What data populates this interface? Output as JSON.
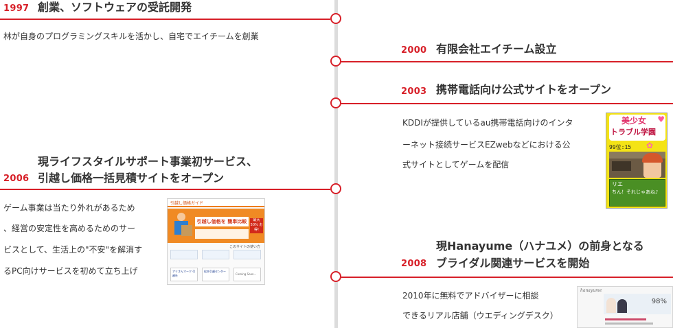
{
  "events": [
    {
      "year": "1997",
      "title": "創業、ソフトウェアの受託開発",
      "desc": [
        "林が自身のプログラミングスキルを活かし、自宅でエイチームを創業"
      ]
    },
    {
      "year": "2000",
      "title": "有限会社エイチーム設立",
      "desc": []
    },
    {
      "year": "2003",
      "title": "携帯電話向け公式サイトをオープン",
      "desc": [
        "KDDIが提供しているau携帯電話向けのインタ",
        "ーネット接続サービスEZwebなどにおける公",
        "式サイトとしてゲームを配信"
      ]
    },
    {
      "year": "2006",
      "title_lines": [
        "現ライフスタイルサポート事業初サービス、",
        "引越し価格一括見積サイトをオープン"
      ],
      "desc": [
        "ゲーム事業は当たり外れがあるため",
        "、経営の安定性を高めるためのサー",
        "ビスとして、生活上の\"不安\"を解消す",
        "るPC向けサービスを初めて立ち上げ"
      ]
    },
    {
      "year": "2008",
      "title_lines": [
        "現Hanayume（ハナユメ）の前身となる",
        "ブライダル関連サービスを開始"
      ],
      "desc": [
        "2010年に無料でアドバイザーに相談",
        "できるリアル店舗（ウエディングデスク）"
      ]
    }
  ],
  "thumbnails": {
    "game": {
      "logo_top": "美少女",
      "logo_bottom": "トラブル学園",
      "counter": "99位:15",
      "name": "リエ",
      "line": "ちん！それじゃあね♪",
      "icon": "flower-icon"
    },
    "hikkoshi": {
      "header": "引越し価格ガイド",
      "banner": "引越し価格を 簡単比較",
      "badge": "最大50% お得!",
      "links": "このサイトの使い方",
      "card1": "アリさんマーク 引越社",
      "card2": "松本引越センター",
      "coming": "Coming Soon..."
    },
    "hanayume": {
      "logo": "hanayume",
      "stat": "98%"
    }
  },
  "colors": {
    "accent": "#d71f28",
    "spine": "#dcdcdc",
    "text": "#333333"
  }
}
